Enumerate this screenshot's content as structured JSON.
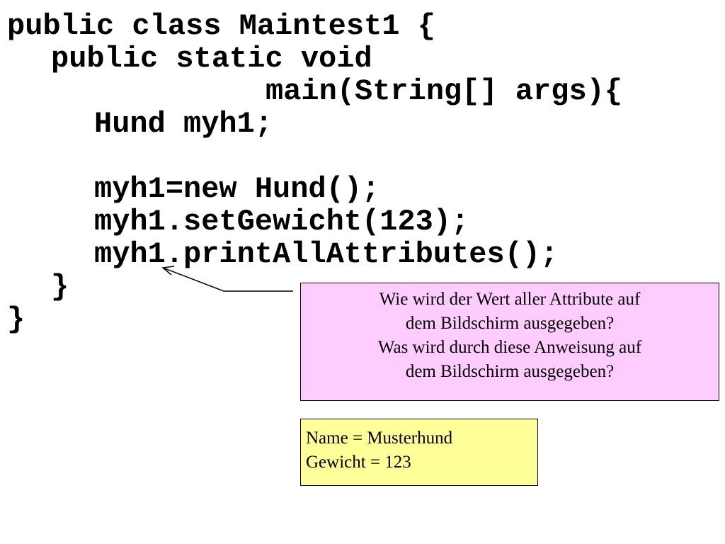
{
  "code": {
    "lines": [
      "public class Maintest1 {",
      "public static void",
      "main(String[] args){",
      "Hund myh1;",
      "myh1=new Hund();",
      "myh1.setGewicht(123);",
      "myh1.printAllAttributes();",
      "}",
      "}"
    ]
  },
  "callout": {
    "lines": [
      "Wie wird der Wert aller Attribute auf",
      "dem Bildschirm ausgegeben?",
      "Was wird durch diese Anweisung auf",
      "dem Bildschirm ausgegeben?"
    ]
  },
  "output": {
    "lines": [
      "Name = Musterhund",
      "Gewicht = 123"
    ]
  }
}
